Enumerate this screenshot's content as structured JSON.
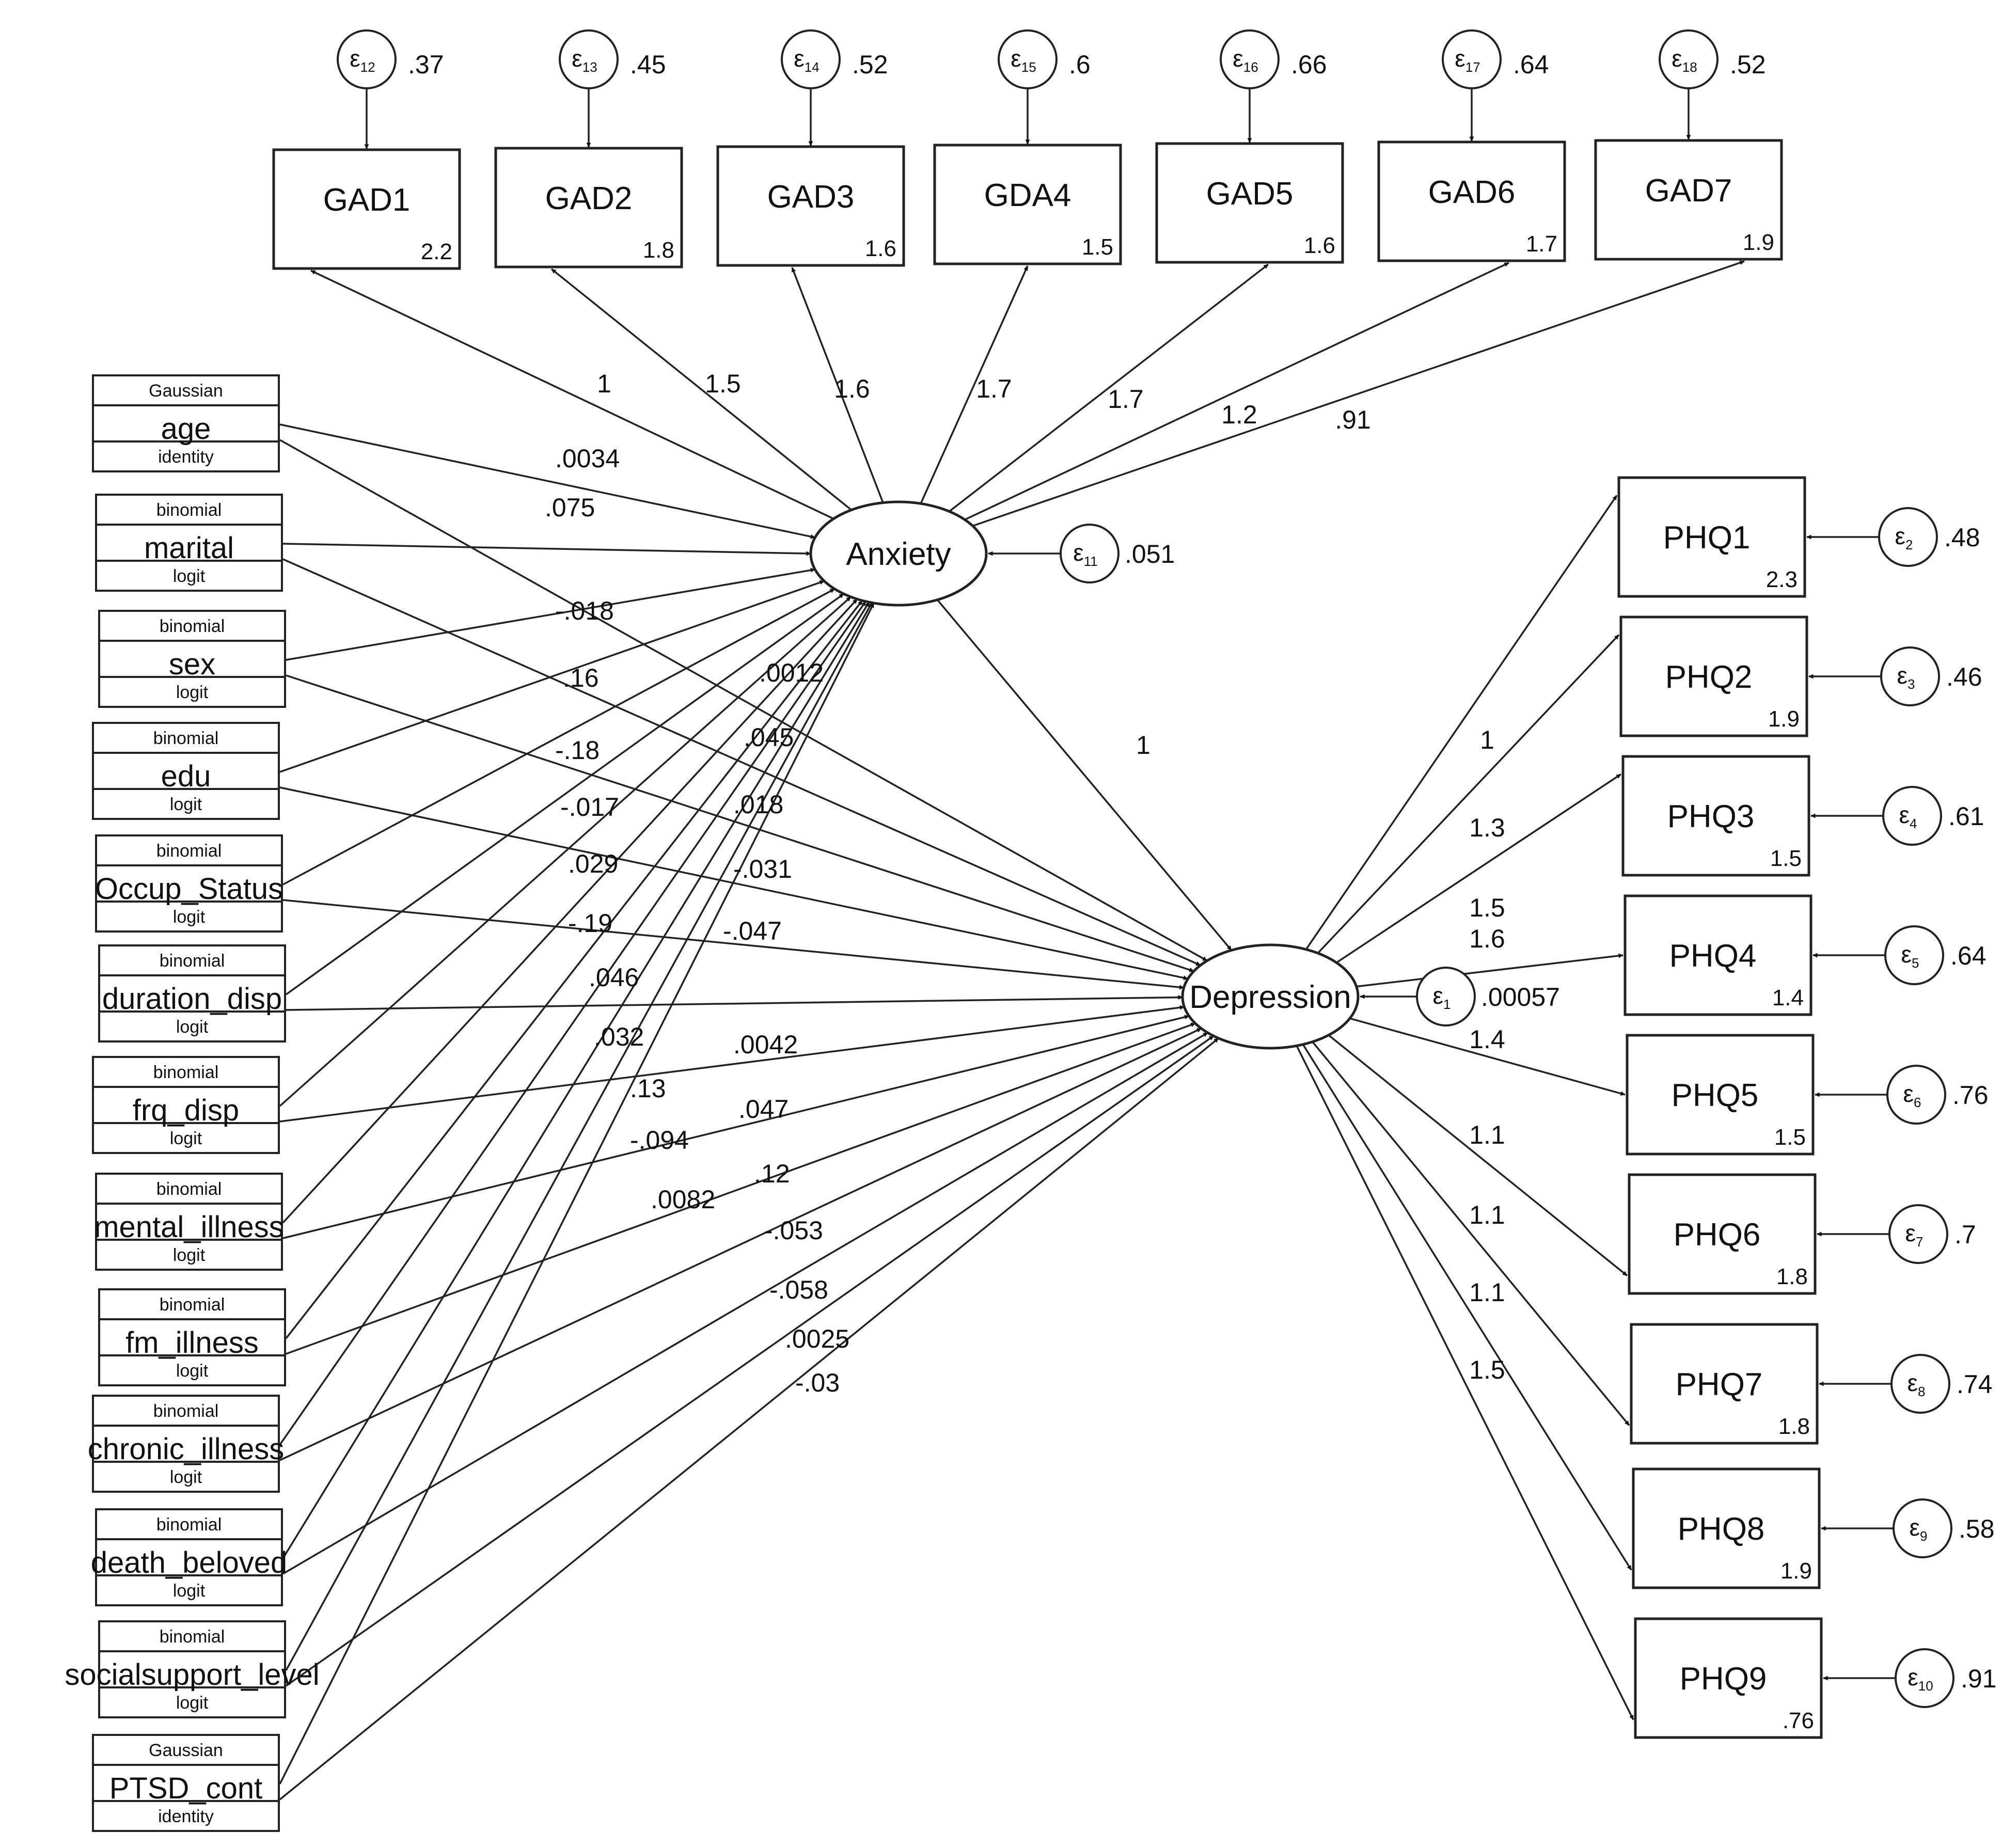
{
  "gad_items": [
    {
      "name": "GAD1",
      "mean": "2.2",
      "error": "12",
      "variance": ".37",
      "loading": "1"
    },
    {
      "name": "GAD2",
      "mean": "1.8",
      "error": "13",
      "variance": ".45",
      "loading": "1.5"
    },
    {
      "name": "GAD3",
      "mean": "1.6",
      "error": "14",
      "variance": ".52",
      "loading": "1.6"
    },
    {
      "name": "GDA4",
      "mean": "1.5",
      "error": "15",
      "variance": ".6",
      "loading": "1.7"
    },
    {
      "name": "GAD5",
      "mean": "1.6",
      "error": "16",
      "variance": ".66",
      "loading": "1.7"
    },
    {
      "name": "GAD6",
      "mean": "1.7",
      "error": "17",
      "variance": ".64",
      "loading": "1.2"
    },
    {
      "name": "GAD7",
      "mean": "1.9",
      "error": "18",
      "variance": ".52",
      "loading": ".91"
    }
  ],
  "phq_items": [
    {
      "name": "PHQ1",
      "mean": "2.3",
      "error": "2",
      "variance": ".48",
      "loading": "1"
    },
    {
      "name": "PHQ2",
      "mean": "1.9",
      "error": "3",
      "variance": ".46",
      "loading": "1.3"
    },
    {
      "name": "PHQ3",
      "mean": "1.5",
      "error": "4",
      "variance": ".61",
      "loading": "1.5"
    },
    {
      "name": "PHQ4",
      "mean": "1.4",
      "error": "5",
      "variance": ".64",
      "loading": "1.6"
    },
    {
      "name": "PHQ5",
      "mean": "1.5",
      "error": "6",
      "variance": ".76",
      "loading": "1.4"
    },
    {
      "name": "PHQ6",
      "mean": "1.8",
      "error": "7",
      "variance": ".7",
      "loading": "1.1"
    },
    {
      "name": "PHQ7",
      "mean": "1.8",
      "error": "8",
      "variance": ".74",
      "loading": "1.1"
    },
    {
      "name": "PHQ8",
      "mean": "1.9",
      "error": "9",
      "variance": ".58",
      "loading": "1.1"
    },
    {
      "name": "PHQ9",
      "mean": ".76",
      "error": "10",
      "variance": ".91",
      "loading": "1.5"
    }
  ],
  "latents": {
    "anxiety": {
      "label": "Anxiety",
      "error": "11",
      "variance": ".051"
    },
    "depression": {
      "label": "Depression",
      "error": "1",
      "variance": ".00057"
    },
    "anxiety_to_depression": "1"
  },
  "error_symbol": "ε",
  "predictors": [
    {
      "name": "age",
      "family": "Gaussian",
      "link": "identity",
      "to_anxiety": ".0034",
      "to_depression": ".075"
    },
    {
      "name": "marital",
      "family": "binomial",
      "link": "logit",
      "to_anxiety": "-.018",
      "to_depression": ".0012"
    },
    {
      "name": "sex",
      "family": "binomial",
      "link": "logit",
      "to_anxiety": ".16",
      "to_depression": ".045"
    },
    {
      "name": "edu",
      "family": "binomial",
      "link": "logit",
      "to_anxiety": "-.18",
      "to_depression": ".018"
    },
    {
      "name": "Occup_Status",
      "family": "binomial",
      "link": "logit",
      "to_anxiety": "-.017",
      "to_depression": "-.031"
    },
    {
      "name": "duration_disp",
      "family": "binomial",
      "link": "logit",
      "to_anxiety": ".029",
      "to_depression": "-.047"
    },
    {
      "name": "frq_disp",
      "family": "binomial",
      "link": "logit",
      "to_anxiety": "-.19",
      "to_depression": ".0042"
    },
    {
      "name": "mental_illness",
      "family": "binomial",
      "link": "logit",
      "to_anxiety": ".046",
      "to_depression": ".047"
    },
    {
      "name": "fm_illness",
      "family": "binomial",
      "link": "logit",
      "to_anxiety": ".032",
      "to_depression": ".12"
    },
    {
      "name": "chronic_illness",
      "family": "binomial",
      "link": "logit",
      "to_anxiety": ".13",
      "to_depression": "-.053"
    },
    {
      "name": "death_beloved",
      "family": "binomial",
      "link": "logit",
      "to_anxiety": "-.094",
      "to_depression": "-.058"
    },
    {
      "name": "socialsupport_level",
      "family": "binomial",
      "link": "logit",
      "to_anxiety": ".0082",
      "to_depression": ".0025"
    },
    {
      "name": "PTSD_cont",
      "family": "Gaussian",
      "link": "identity",
      "to_anxiety": "",
      "to_depression": "-.03"
    }
  ]
}
